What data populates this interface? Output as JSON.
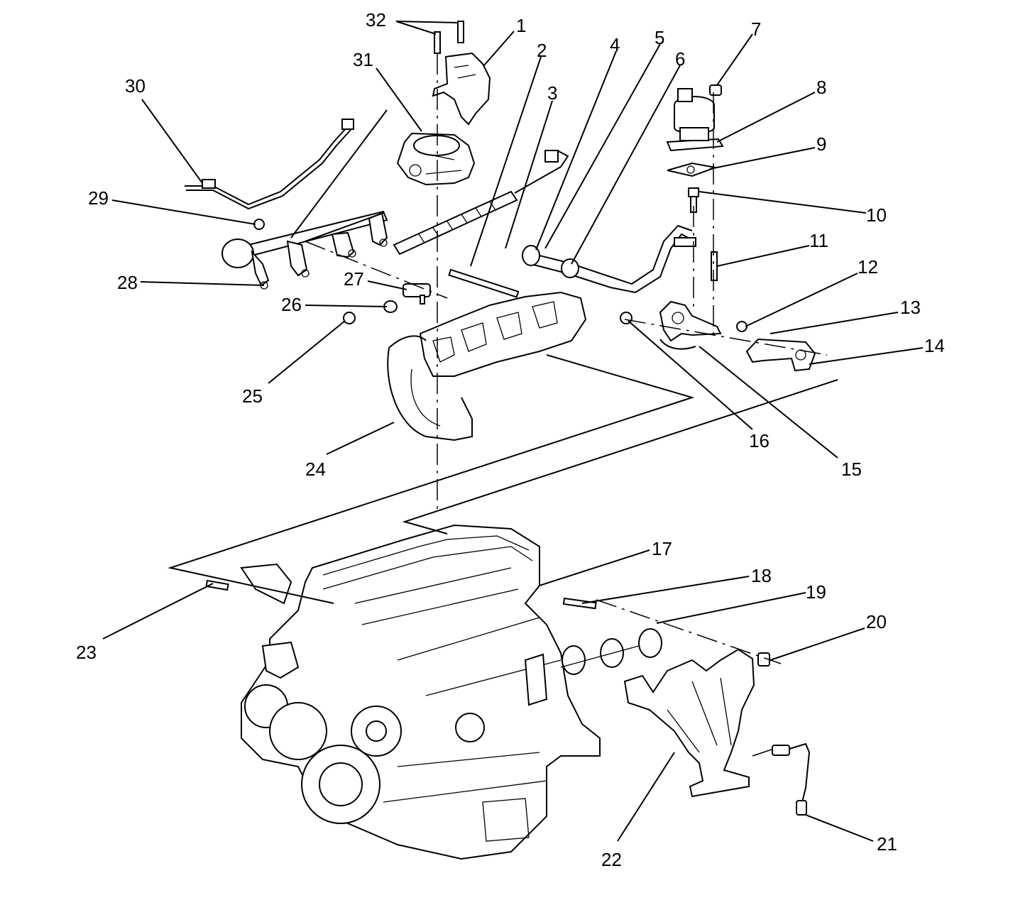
{
  "callouts": [
    "1",
    "2",
    "3",
    "4",
    "5",
    "6",
    "7",
    "8",
    "9",
    "10",
    "11",
    "12",
    "13",
    "14",
    "15",
    "16",
    "17",
    "18",
    "19",
    "20",
    "21",
    "22",
    "23",
    "24",
    "25",
    "26",
    "27",
    "28",
    "29",
    "30",
    "31",
    "32"
  ],
  "icons": {
    "throttle_body": "throttle-body-icon",
    "fuel_rail": "fuel-rail-icon",
    "egr_valve": "egr-valve-icon",
    "intake_manifold": "intake-manifold-icon",
    "exhaust_manifold": "exhaust-manifold-icon",
    "engine_block": "engine-block-icon",
    "oxygen_sensor": "oxygen-sensor-icon"
  },
  "colors": {
    "line": "#000000",
    "background": "#ffffff"
  }
}
